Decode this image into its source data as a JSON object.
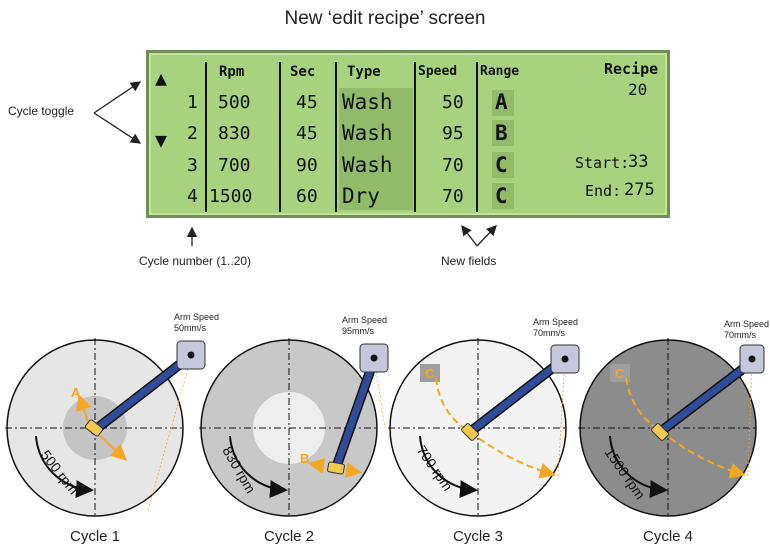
{
  "title": "New ‘edit recipe’ screen",
  "annotations": {
    "cycle_toggle": "Cycle toggle",
    "cycle_number": "Cycle number (1..20)",
    "new_fields": "New fields"
  },
  "lcd": {
    "headers": {
      "rpm": "Rpm",
      "sec": "Sec",
      "type": "Type",
      "speed": "Speed",
      "range": "Range"
    },
    "up_arrow": "▲",
    "down_arrow": "▼",
    "rows": [
      {
        "num": "1",
        "rpm": "500",
        "sec": "45",
        "type": "Wash",
        "speed": "50",
        "range": "A"
      },
      {
        "num": "2",
        "rpm": "830",
        "sec": "45",
        "type": "Wash",
        "speed": "95",
        "range": "B"
      },
      {
        "num": "3",
        "rpm": "700",
        "sec": "90",
        "type": "Wash",
        "speed": "70",
        "range": "C"
      },
      {
        "num": "4",
        "rpm": "1500",
        "sec": "60",
        "type": "Dry",
        "speed": "70",
        "range": "C"
      }
    ],
    "recipe_label": "Recipe",
    "recipe_value": "20",
    "start_label": "Start:",
    "start_value": "33",
    "end_label": "End:",
    "end_value": "275"
  },
  "cycles": [
    {
      "caption": "Cycle 1",
      "rpm_label": "500 rpm",
      "arm_speed_label": "Arm Speed",
      "arm_speed_value": "50mm/s",
      "range": "A"
    },
    {
      "caption": "Cycle 2",
      "rpm_label": "830 rpm",
      "arm_speed_label": "Arm Speed",
      "arm_speed_value": "95mm/s",
      "range": "B"
    },
    {
      "caption": "Cycle 3",
      "rpm_label": "700 rpm",
      "arm_speed_label": "Arm Speed",
      "arm_speed_value": "70mm/s",
      "range": "C"
    },
    {
      "caption": "Cycle 4",
      "rpm_label": "1500 rpm",
      "arm_speed_label": "Arm Speed",
      "arm_speed_value": "70mm/s",
      "range": "C"
    }
  ],
  "colors": {
    "lcd_bg": "#a8d27e",
    "arm": "#2f4c9a",
    "motion": "#f5a623",
    "platter_light": "#e6e6e6",
    "platter_mid": "#c8c8c8",
    "platter_dark": "#8c8c8c"
  }
}
